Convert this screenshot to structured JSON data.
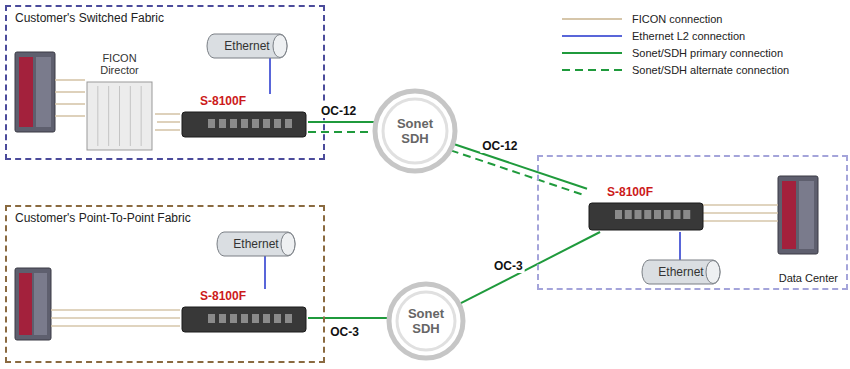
{
  "diagram": {
    "nodes": [
      {
        "text": [
          "Customer's Switched Fabric"
        ]
      },
      {
        "text": [
          "FICON Director"
        ],
        "in": 0
      },
      {
        "text": [
          "Ethernet"
        ],
        "in": 0
      },
      {
        "text": [
          "S-8100F"
        ],
        "in": 0
      },
      {
        "text": [
          "Sonet SDH"
        ]
      },
      {
        "text": [
          "Data Center"
        ]
      },
      {
        "text": [
          "S-8100F"
        ],
        "in": 5
      },
      {
        "text": [
          "Ethernet"
        ],
        "in": 5
      },
      {
        "text": [
          "Customer's Point-To-Point Fabric"
        ]
      },
      {
        "text": [
          "Ethernet"
        ],
        "in": 8
      },
      {
        "text": [
          "S-8100F"
        ],
        "in": 8
      },
      {
        "text": [
          "Sonet SDH"
        ]
      }
    ],
    "edges": [
      {
        "from": 1,
        "to": 3,
        "arrow": "none"
      },
      {
        "from": 2,
        "to": 3,
        "arrow": "none"
      },
      {
        "from": 3,
        "to": 4,
        "label": "OC-12",
        "arrow": "none"
      },
      {
        "from": 3,
        "to": 4,
        "arrow": "none"
      },
      {
        "from": 4,
        "to": 6,
        "label": "OC-12",
        "arrow": "none"
      },
      {
        "from": 4,
        "to": 6,
        "arrow": "none"
      },
      {
        "from": 6,
        "to": 7,
        "arrow": "none"
      },
      {
        "from": 9,
        "to": 10,
        "arrow": "none"
      },
      {
        "from": 10,
        "to": 11,
        "label": "OC-3",
        "arrow": "none"
      },
      {
        "from": 11,
        "to": 6,
        "label": "OC-3",
        "arrow": "none"
      }
    ],
    "legend": [
      {
        "text": "FICON connection"
      },
      {
        "text": "Ethernet L2 connection"
      },
      {
        "text": "Sonet/SDH primary connection"
      },
      {
        "text": "Sonet/SDH alternate connection"
      }
    ]
  }
}
